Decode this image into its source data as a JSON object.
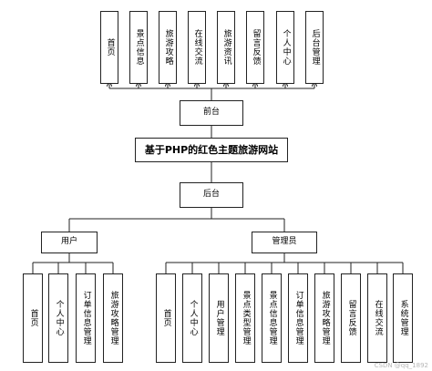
{
  "front_modules": [
    "首页",
    "景点信息",
    "旅游攻略",
    "在线交流",
    "旅游资讯",
    "留言反馈",
    "个人中心",
    "后台管理"
  ],
  "front_label": "前台",
  "system_title": "基于PHP的红色主题旅游网站",
  "back_label": "后台",
  "user_role": "用户",
  "admin_role": "管理员",
  "user_modules": [
    "首页",
    "个人中心",
    "订单信息管理",
    "旅游攻略管理"
  ],
  "admin_modules": [
    "首页",
    "个人中心",
    "用户管理",
    "景点类型管理",
    "景点信息管理",
    "订单信息管理",
    "旅游攻略管理",
    "留言反馈",
    "在线交流",
    "系统管理"
  ],
  "watermark": "CSDN @qq_1892"
}
